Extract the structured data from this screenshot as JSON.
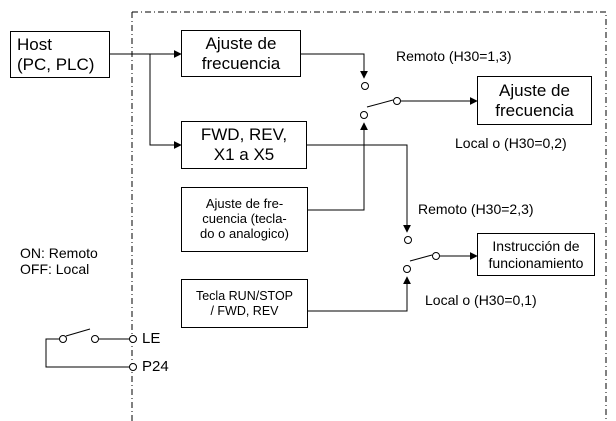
{
  "boxes": {
    "host": "Host\n(PC, PLC)",
    "freq_setting_top": "Ajuste de\nfrecuencia",
    "fwd_rev": "FWD, REV,\nX1 a X5",
    "freq_output": "Ajuste de\nfrecuencia",
    "freq_keypad": "Ajuste de fre-\ncuencia (tecla-\ndo o analogico)",
    "run_instruction": "Instrucción de\nfuncionamiento",
    "run_stop_key": "Tecla RUN/STOP\n/ FWD, REV"
  },
  "labels": {
    "remote_top": "Remoto  (H30=1,3)",
    "local_top": "Local o (H30=0,2)",
    "remote_bottom": "Remoto  (H30=2,3)",
    "local_bottom": "Local o (H30=0,1)",
    "on_off": "ON: Remoto\nOFF:  Local",
    "terminal_le": "LE",
    "terminal_p24": "P24"
  }
}
